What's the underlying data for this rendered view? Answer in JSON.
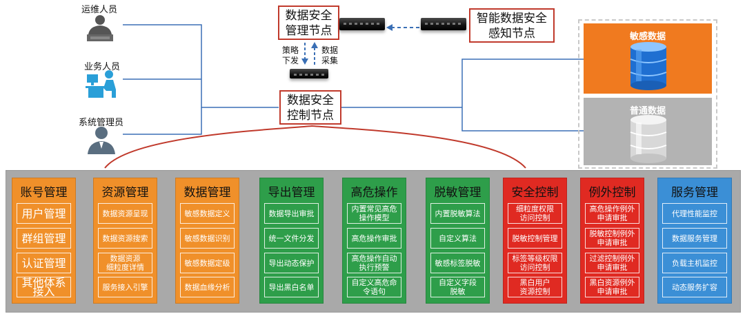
{
  "roles": {
    "ops": "运维人员",
    "business": "业务人员",
    "sysadmin": "系统管理员"
  },
  "nodes": {
    "management": "数据安全\n管理节点",
    "perception": "智能数据安全\n感知节点",
    "control": "数据安全\n控制节点",
    "policy": "策略\n下发",
    "collect": "数据\n采集"
  },
  "databases": {
    "sensitive": "敏感数据",
    "normal": "普通数据"
  },
  "columns": [
    {
      "title": "账号管理",
      "color": "#f0902a",
      "dark_title": true,
      "items": [
        "用户管理",
        "群组管理",
        "认证管理",
        "其他体系接入"
      ]
    },
    {
      "title": "资源管理",
      "color": "#f0902a",
      "dark_title": true,
      "items": [
        "数据资源呈现",
        "数据资源搜索",
        "数据资源\n细粒度详情",
        "服务接入引擎"
      ]
    },
    {
      "title": "数据管理",
      "color": "#f0902a",
      "dark_title": true,
      "items": [
        "敏感数据定义",
        "敏感数据识别",
        "敏感数据定级",
        "数据血缘分析"
      ]
    },
    {
      "title": "导出管理",
      "color": "#2e9e4a",
      "dark_title": true,
      "items": [
        "数据导出审批",
        "统一文件分发",
        "导出动态保护",
        "导出黑白名单"
      ]
    },
    {
      "title": "高危操作",
      "color": "#2e9e4a",
      "dark_title": true,
      "items": [
        "内置常见高危\n操作模型",
        "高危操作审批",
        "高危操作自动\n执行预警",
        "自定义高危命\n令语句"
      ]
    },
    {
      "title": "脱敏管理",
      "color": "#2e9e4a",
      "dark_title": true,
      "items": [
        "内置脱敏算法",
        "自定义算法",
        "敏感标签脱敏",
        "自定义字段\n脱敏"
      ]
    },
    {
      "title": "安全控制",
      "color": "#e02a22",
      "dark_title": true,
      "items": [
        "细粒度权限\n访问控制",
        "脱敏控制管理",
        "标签等级权限\n访问控制",
        "黑白用户\n资源控制"
      ]
    },
    {
      "title": "例外控制",
      "color": "#e02a22",
      "dark_title": true,
      "items": [
        "高危操作例外\n申请审批",
        "脱敏控制例外\n申请审批",
        "过滤控制例外\n申请审批",
        "黑白资源例外\n申请审批"
      ]
    },
    {
      "title": "服务管理",
      "color": "#3b8fd6",
      "dark_title": true,
      "items": [
        "代理性能监控",
        "数据服务管理",
        "负载主机监控",
        "动态服务扩容"
      ]
    }
  ],
  "colors": {
    "line_blue": "#3a6fb5",
    "arrow_red": "#c0392b",
    "sensitive_bg": "#f07a1f",
    "normal_bg": "#b3b3b3"
  }
}
